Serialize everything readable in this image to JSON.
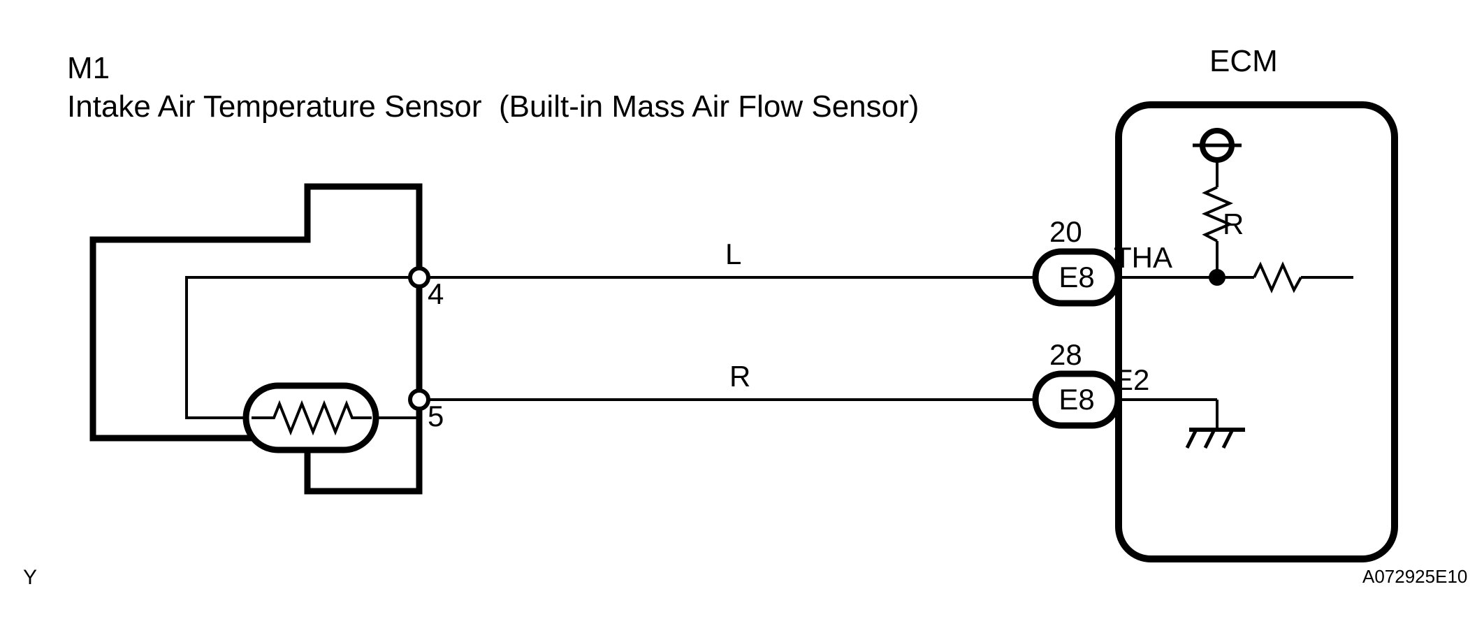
{
  "meta": {
    "figure_code": "A072925E10",
    "reference_mark": "Y",
    "background_color": "#ffffff",
    "line_color": "#000000"
  },
  "component": {
    "id": "M1",
    "name": "Intake Air Temperature Sensor  (Built-in Mass Air Flow Sensor)",
    "terminals": [
      {
        "number": "4",
        "signal": "THA"
      },
      {
        "number": "5",
        "signal": "E2"
      }
    ],
    "internal_element": "thermistor"
  },
  "ecm": {
    "title": "ECM",
    "pins": [
      {
        "terminal_number": "20",
        "connector": "E8",
        "signal_label": "THA",
        "wire_color": "L"
      },
      {
        "terminal_number": "28",
        "connector": "E8",
        "signal_label": "E2",
        "wire_color": "R"
      }
    ],
    "internal": {
      "supply_symbol": "voltage-source",
      "pullup_resistor_label": "R",
      "series_resistor_label": "",
      "ground_symbol": "chassis-ground"
    }
  },
  "wires": [
    {
      "label": "L",
      "from": "M1-4",
      "to": "E8-20"
    },
    {
      "label": "R",
      "from": "M1-5",
      "to": "E8-28"
    }
  ],
  "icons": {
    "terminal_circle": "terminal-circle-icon",
    "junction_dot": "junction-dot-icon",
    "ground": "ground-icon",
    "resistor": "resistor-icon",
    "thermistor": "thermistor-icon",
    "voltage_source": "voltage-source-icon"
  }
}
